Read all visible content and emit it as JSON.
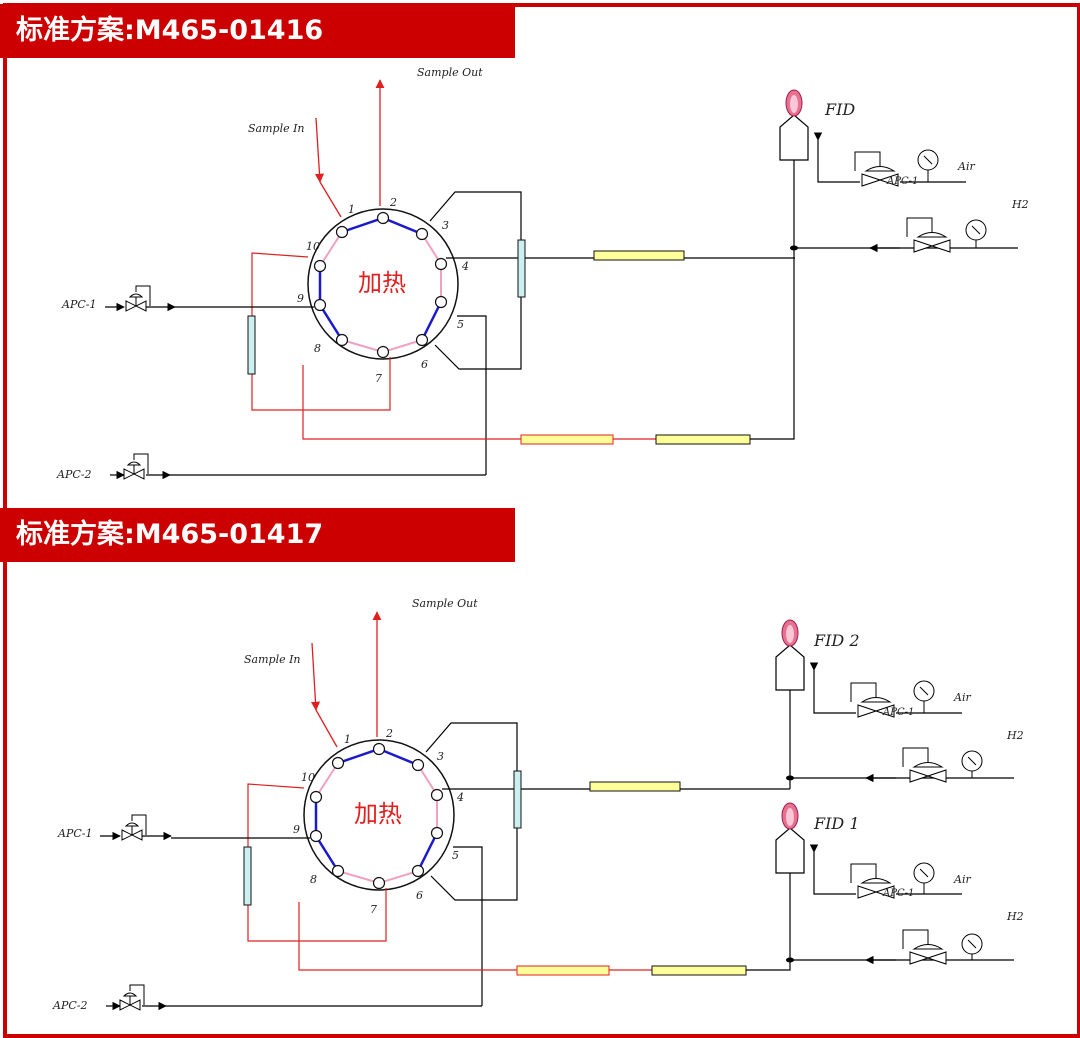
{
  "schemes": [
    {
      "title": "标准方案:M465-01416",
      "heater_label": "加热",
      "sample_in": "Sample In",
      "sample_out": "Sample Out",
      "apc1": "APC-1",
      "apc2": "APC-2",
      "ports": [
        "1",
        "2",
        "3",
        "4",
        "5",
        "6",
        "7",
        "8",
        "9",
        "10"
      ],
      "detectors": [
        {
          "name": "FID",
          "air": "Air",
          "h2": "H2",
          "apc": "APC-1"
        }
      ]
    },
    {
      "title": "标准方案:M465-01417",
      "heater_label": "加热",
      "sample_in": "Sample In",
      "sample_out": "Sample Out",
      "apc1": "APC-1",
      "apc2": "APC-2",
      "ports": [
        "1",
        "2",
        "3",
        "4",
        "5",
        "6",
        "7",
        "8",
        "9",
        "10"
      ],
      "detectors": [
        {
          "name": "FID 2",
          "air": "Air",
          "h2": "H2",
          "apc": "APC-1"
        },
        {
          "name": "FID 1",
          "air": "Air",
          "h2": "H2",
          "apc": "APC-1"
        }
      ]
    }
  ],
  "colors": {
    "brand_red": "#cc0000",
    "loop_blue": "#1a1acc",
    "loop_pink": "#f0a0c0",
    "sample_red": "#e02020",
    "column_yellow": "#ffff99",
    "trap_cyan": "#ccf0f0"
  }
}
